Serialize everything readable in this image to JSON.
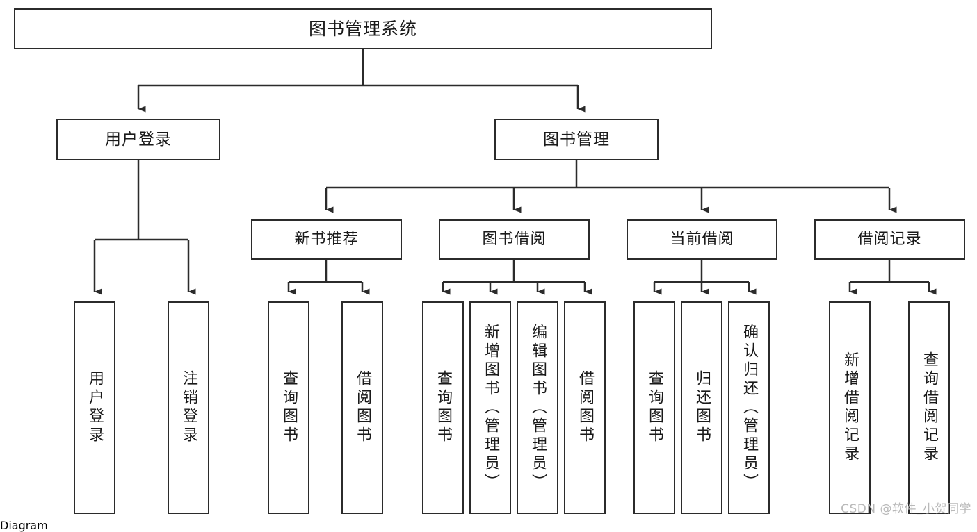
{
  "diagram": {
    "title": "图书管理系统",
    "type": "tree-hierarchy-chart",
    "orientation": "top-down",
    "colors": {
      "box_border": "#2b2b2b",
      "box_fill": "#ffffff",
      "edge": "#2b2b2b",
      "text": "#1a1a1a",
      "watermark": "#b9b9b9",
      "background": "#ffffff"
    }
  },
  "watermark": {
    "text": "CSDN @软件_小贺同学"
  },
  "nodes": {
    "root": {
      "label": "图书管理系统"
    },
    "level1": [
      {
        "label": "用户登录"
      },
      {
        "label": "图书管理"
      }
    ],
    "level2": [
      {
        "label": "新书推荐"
      },
      {
        "label": "图书借阅"
      },
      {
        "label": "当前借阅"
      },
      {
        "label": "借阅记录"
      }
    ],
    "leaves": {
      "user_login": [
        {
          "label": "用户登录"
        },
        {
          "label": "注销登录"
        }
      ],
      "new_book_recommend": [
        {
          "label": "查询图书"
        },
        {
          "label": "借阅图书"
        }
      ],
      "book_borrow": [
        {
          "label": "查询图书"
        },
        {
          "label": "新增图书（管理员）"
        },
        {
          "label": "编辑图书（管理员）"
        },
        {
          "label": "借阅图书"
        }
      ],
      "current_borrow": [
        {
          "label": "查询图书"
        },
        {
          "label": "归还图书"
        },
        {
          "label": "确认归还（管理员）"
        }
      ],
      "borrow_record": [
        {
          "label": "新增借阅记录"
        },
        {
          "label": "查询借阅记录"
        }
      ]
    }
  }
}
